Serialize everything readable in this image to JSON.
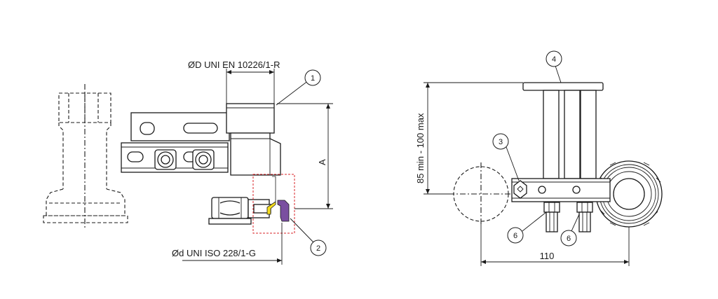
{
  "labels": {
    "outer_diameter": "ØD UNI EN 10226/1-R",
    "inner_diameter": "Ød UNI ISO 228/1-G",
    "dimension_a": "A",
    "height_range": "85 min - 100 max",
    "width": "110"
  },
  "callouts": [
    "1",
    "2",
    "3",
    "4",
    "6",
    "6"
  ],
  "colors": {
    "seal_yellow": "#f5dc1e",
    "seal_purple": "#7a4fa0",
    "detail_box": "#d9262a",
    "line": "#1a1a1a"
  }
}
